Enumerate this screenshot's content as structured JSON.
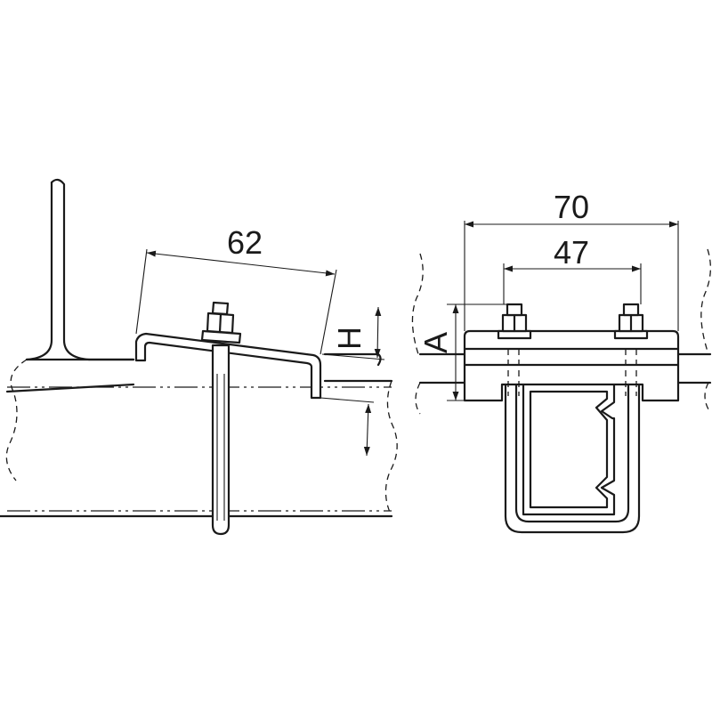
{
  "side_view": {
    "dimension_width": "62",
    "dimension_height": "H"
  },
  "front_view": {
    "dimension_overall": "70",
    "dimension_bolt_spacing": "47",
    "dimension_height": "A"
  }
}
